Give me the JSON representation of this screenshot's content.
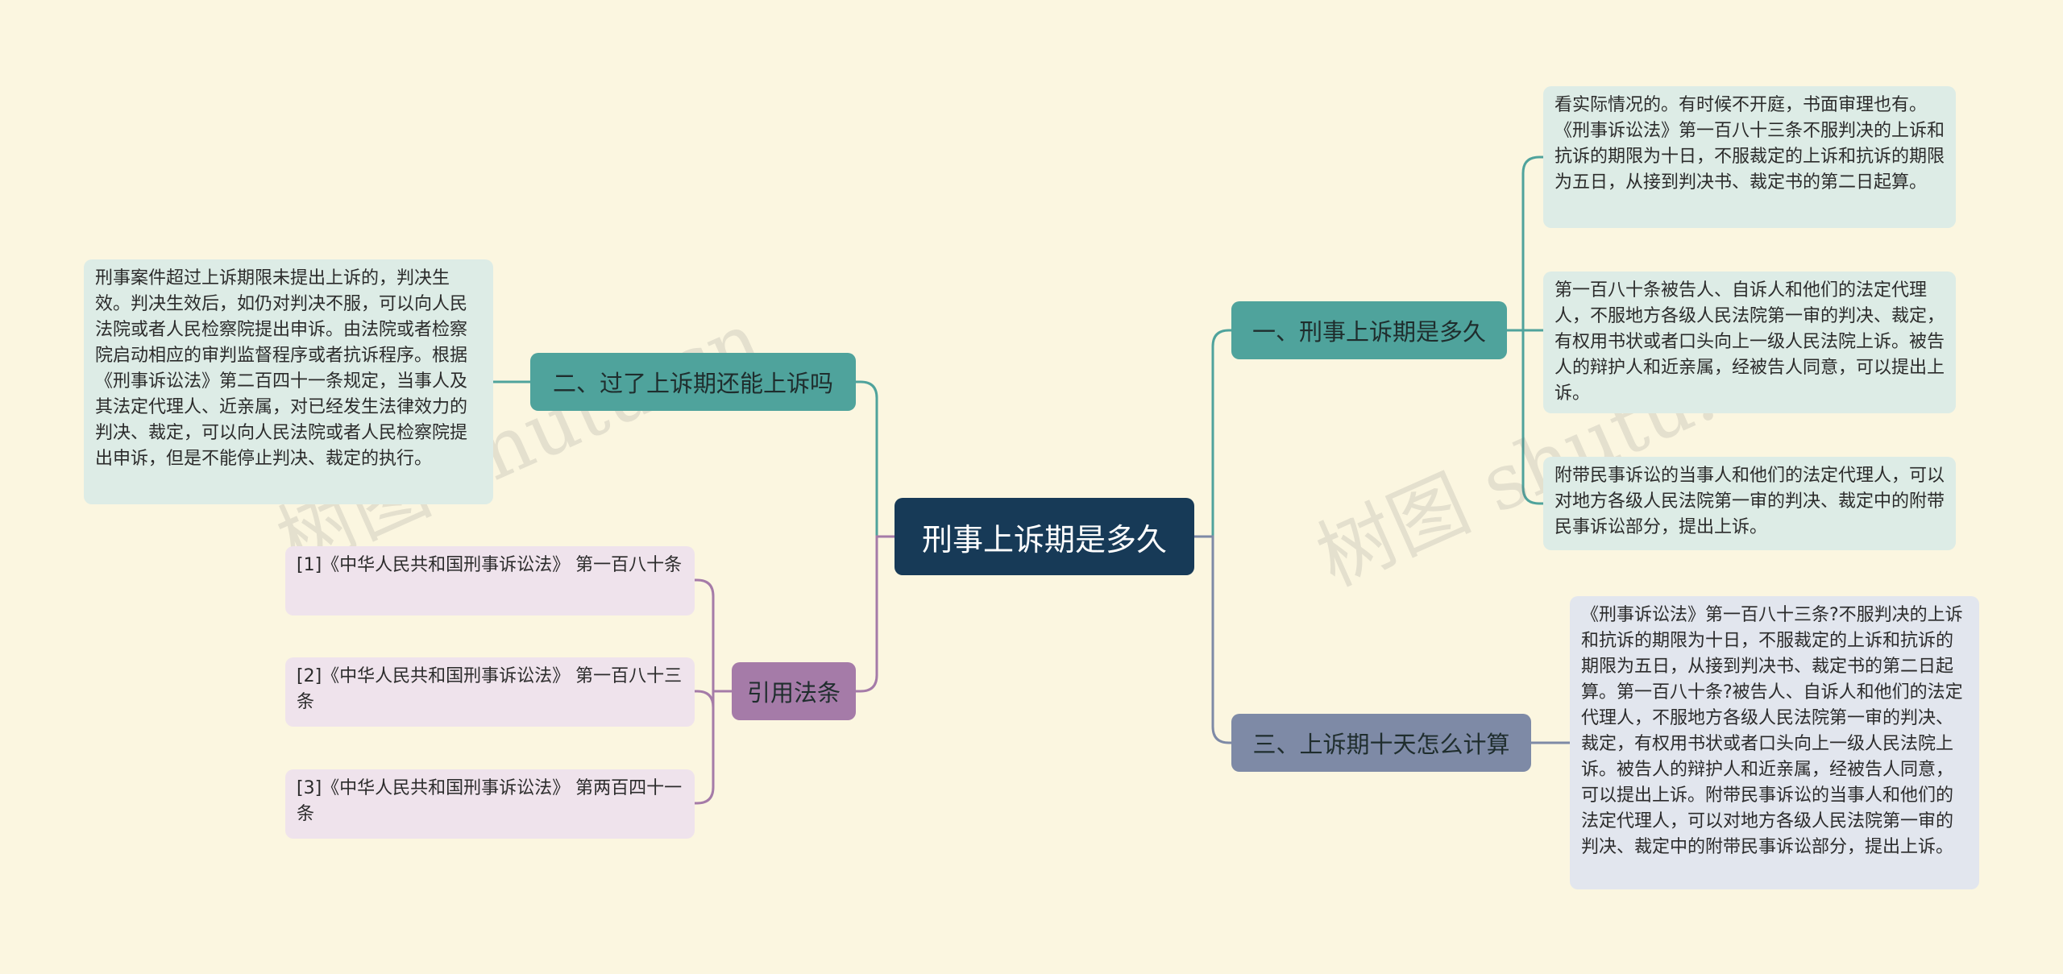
{
  "root": {
    "label": "刑事上诉期是多久"
  },
  "branches": [
    {
      "label": "一、刑事上诉期是多久",
      "leaves": [
        "看实际情况的。有时候不开庭，书面审理也有。《刑事诉讼法》第一百八十三条不服判决的上诉和抗诉的期限为十日，不服裁定的上诉和抗诉的期限为五日，从接到判决书、裁定书的第二日起算。",
        "第一百八十条被告人、自诉人和他们的法定代理人，不服地方各级人民法院第一审的判决、裁定，有权用书状或者口头向上一级人民法院上诉。被告人的辩护人和近亲属，经被告人同意，可以提出上诉。",
        "附带民事诉讼的当事人和他们的法定代理人，可以对地方各级人民法院第一审的判决、裁定中的附带民事诉讼部分，提出上诉。"
      ]
    },
    {
      "label": "二、过了上诉期还能上诉吗",
      "leaves": [
        "刑事案件超过上诉期限未提出上诉的，判决生效。判决生效后，如仍对判决不服，可以向人民法院或者人民检察院提出申诉。由法院或者检察院启动相应的审判监督程序或者抗诉程序。根据《刑事诉讼法》第二百四十一条规定，当事人及其法定代理人、近亲属，对已经发生法律效力的判决、裁定，可以向人民法院或者人民检察院提出申诉，但是不能停止判决、裁定的执行。"
      ]
    },
    {
      "label": "三、上诉期十天怎么计算",
      "leaves": [
        "《刑事诉讼法》第一百八十三条?不服判决的上诉和抗诉的期限为十日，不服裁定的上诉和抗诉的期限为五日，从接到判决书、裁定书的第二日起算。第一百八十条?被告人、自诉人和他们的法定代理人，不服地方各级人民法院第一审的判决、裁定，有权用书状或者口头向上一级人民法院上诉。被告人的辩护人和近亲属，经被告人同意，可以提出上诉。附带民事诉讼的当事人和他们的法定代理人，可以对地方各级人民法院第一审的判决、裁定中的附带民事诉讼部分，提出上诉。"
      ]
    },
    {
      "label": "引用法条",
      "leaves": [
        "[1]《中华人民共和国刑事诉讼法》 第一百八十条",
        "[2]《中华人民共和国刑事诉讼法》 第一百八十三条",
        "[3]《中华人民共和国刑事诉讼法》 第两百四十一条"
      ]
    }
  ],
  "watermarks": [
    "树图 shutu.cn",
    "树图 shutu.cn"
  ],
  "colors": {
    "background": "#fbf6e0",
    "root": "#173a57",
    "teal": "#4fa39c",
    "mauve": "#a57ba8",
    "slate": "#7e8aa6",
    "leaf_teal": "#ddece6",
    "leaf_mauve": "#efe3ec",
    "leaf_slate": "#e2e6ee"
  }
}
